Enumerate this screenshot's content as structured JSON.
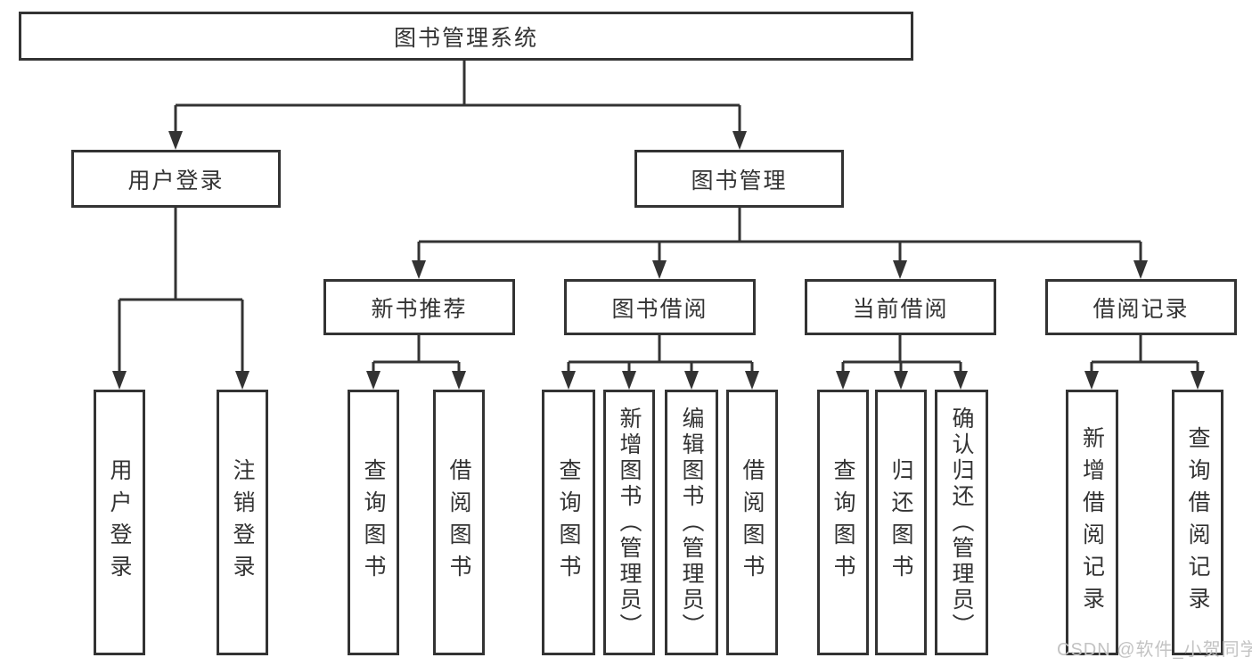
{
  "tree": {
    "root": {
      "label": "图书管理系统"
    },
    "branches": [
      {
        "label": "用户登录",
        "children": [
          {
            "label": "用户登录"
          },
          {
            "label": "注销登录"
          }
        ]
      },
      {
        "label": "图书管理",
        "children": [
          {
            "label": "新书推荐",
            "children": [
              {
                "label": "查询图书"
              },
              {
                "label": "借阅图书"
              }
            ]
          },
          {
            "label": "图书借阅",
            "children": [
              {
                "label": "查询图书"
              },
              {
                "label": "新增图书（管理员）"
              },
              {
                "label": "编辑图书（管理员）"
              },
              {
                "label": "借阅图书"
              }
            ]
          },
          {
            "label": "当前借阅",
            "children": [
              {
                "label": "查询图书"
              },
              {
                "label": "归还图书"
              },
              {
                "label": "确认归还（管理员）"
              }
            ]
          },
          {
            "label": "借阅记录",
            "children": [
              {
                "label": "新增借阅记录"
              },
              {
                "label": "查询借阅记录"
              }
            ]
          }
        ]
      }
    ]
  },
  "watermark": {
    "text": "CSDN @软件_小贺同学"
  },
  "colors": {
    "line": "#333333",
    "text": "#333333",
    "background": "#ffffff",
    "watermark": "#c3c3c3"
  }
}
